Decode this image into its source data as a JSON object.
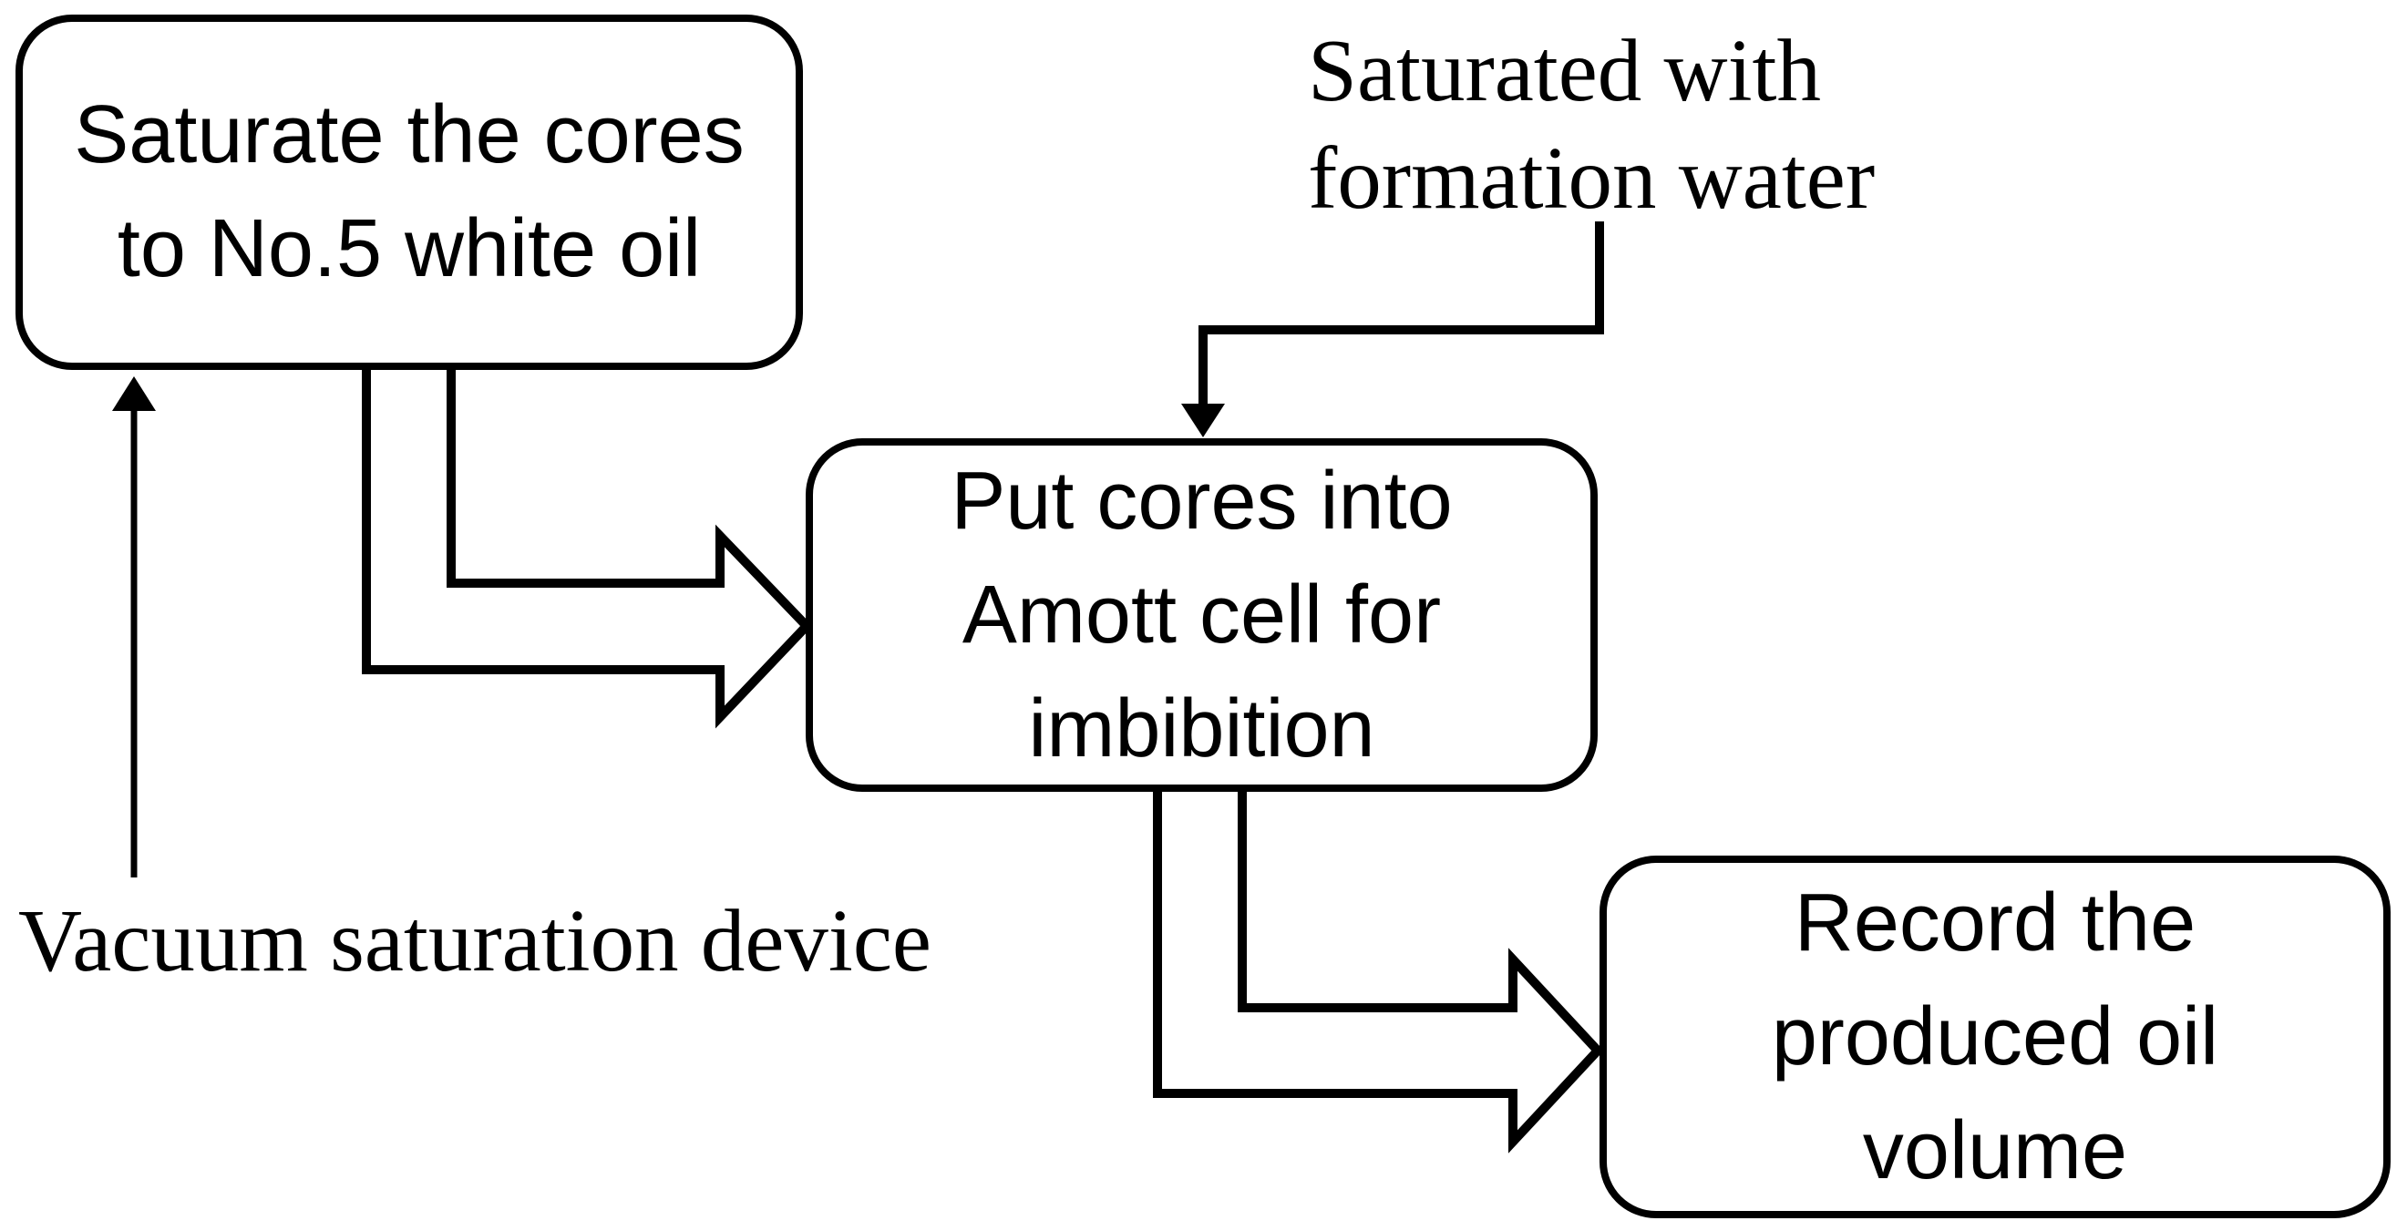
{
  "diagram": {
    "type": "flowchart",
    "background_color": "#ffffff",
    "stroke_color": "#000000",
    "nodes": {
      "saturate_cores": {
        "shape": "rounded-rectangle",
        "lines": [
          "Saturate the cores",
          "to No.5 white oil"
        ]
      },
      "amott_cell": {
        "shape": "rounded-rectangle",
        "lines": [
          "Put cores into",
          "Amott cell for",
          "imbibition"
        ]
      },
      "record_volume": {
        "shape": "rounded-rectangle",
        "lines": [
          "Record the",
          "produced oil",
          "volume"
        ]
      }
    },
    "annotations": {
      "formation_water": {
        "lines": [
          "Saturated with",
          "formation water"
        ]
      },
      "vacuum_device": {
        "text": "Vacuum saturation device"
      }
    },
    "connectors": [
      {
        "id": "block-arrow-1",
        "style": "hollow-bent-block-arrow",
        "from": "saturate_cores",
        "to": "amott_cell"
      },
      {
        "id": "block-arrow-2",
        "style": "hollow-bent-block-arrow",
        "from": "amott_cell",
        "to": "record_volume"
      },
      {
        "id": "elbow-arrow",
        "style": "thick-elbow-line-solid-arrowhead",
        "from": "formation_water",
        "to": "amott_cell"
      },
      {
        "id": "thin-arrow",
        "style": "thin-line-solid-arrowhead",
        "from": "vacuum_device",
        "to": "saturate_cores"
      }
    ]
  }
}
